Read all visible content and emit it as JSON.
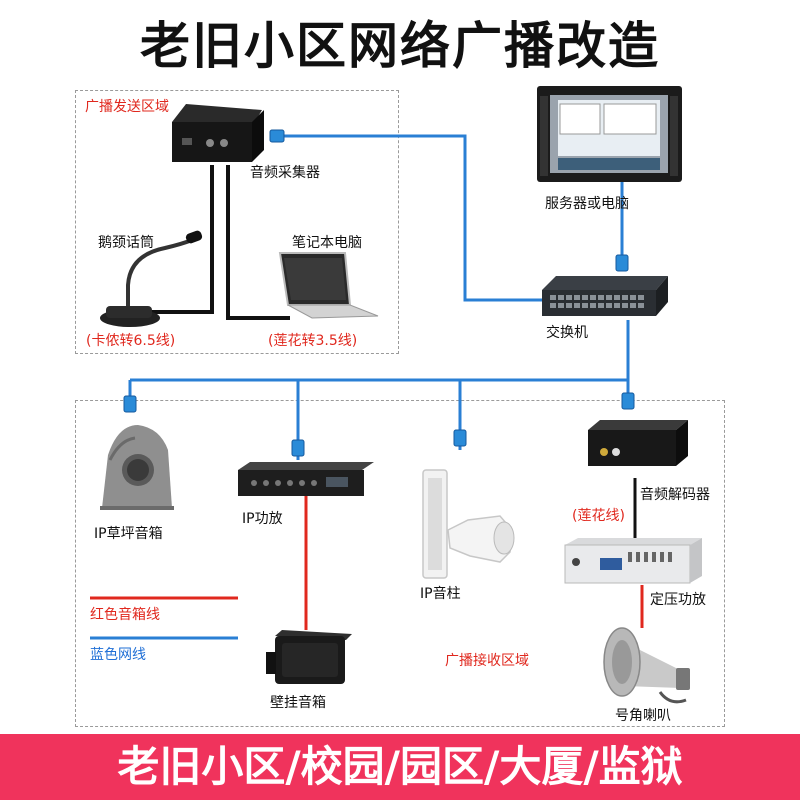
{
  "title": "老旧小区网络广播改造",
  "send_zone": {
    "label": "广播发送区域",
    "audio_collector": "音频采集器",
    "gooseneck_mic": "鹅颈话筒",
    "laptop": "笔记本电脑",
    "mic_cable": "(卡侬转6.5线)",
    "laptop_cable": "(莲花转3.5线)"
  },
  "server": "服务器或电脑",
  "switch": "交换机",
  "receive_zone": {
    "label": "广播接收区域",
    "ip_lawn_speaker": "IP草坪音箱",
    "ip_amplifier": "IP功放",
    "ip_column": "IP音柱",
    "audio_decoder": "音频解码器",
    "lotus_cable": "(莲花线)",
    "constant_voltage_amp": "定压功放",
    "wall_speaker": "壁挂音箱",
    "horn_speaker": "号角喇叭"
  },
  "legend": {
    "red_line": "红色音箱线",
    "blue_line": "蓝色网线",
    "red_color": "#e0281e",
    "blue_color": "#2a7fd4"
  },
  "banner": "老旧小区/校园/园区/大厦/监狱"
}
